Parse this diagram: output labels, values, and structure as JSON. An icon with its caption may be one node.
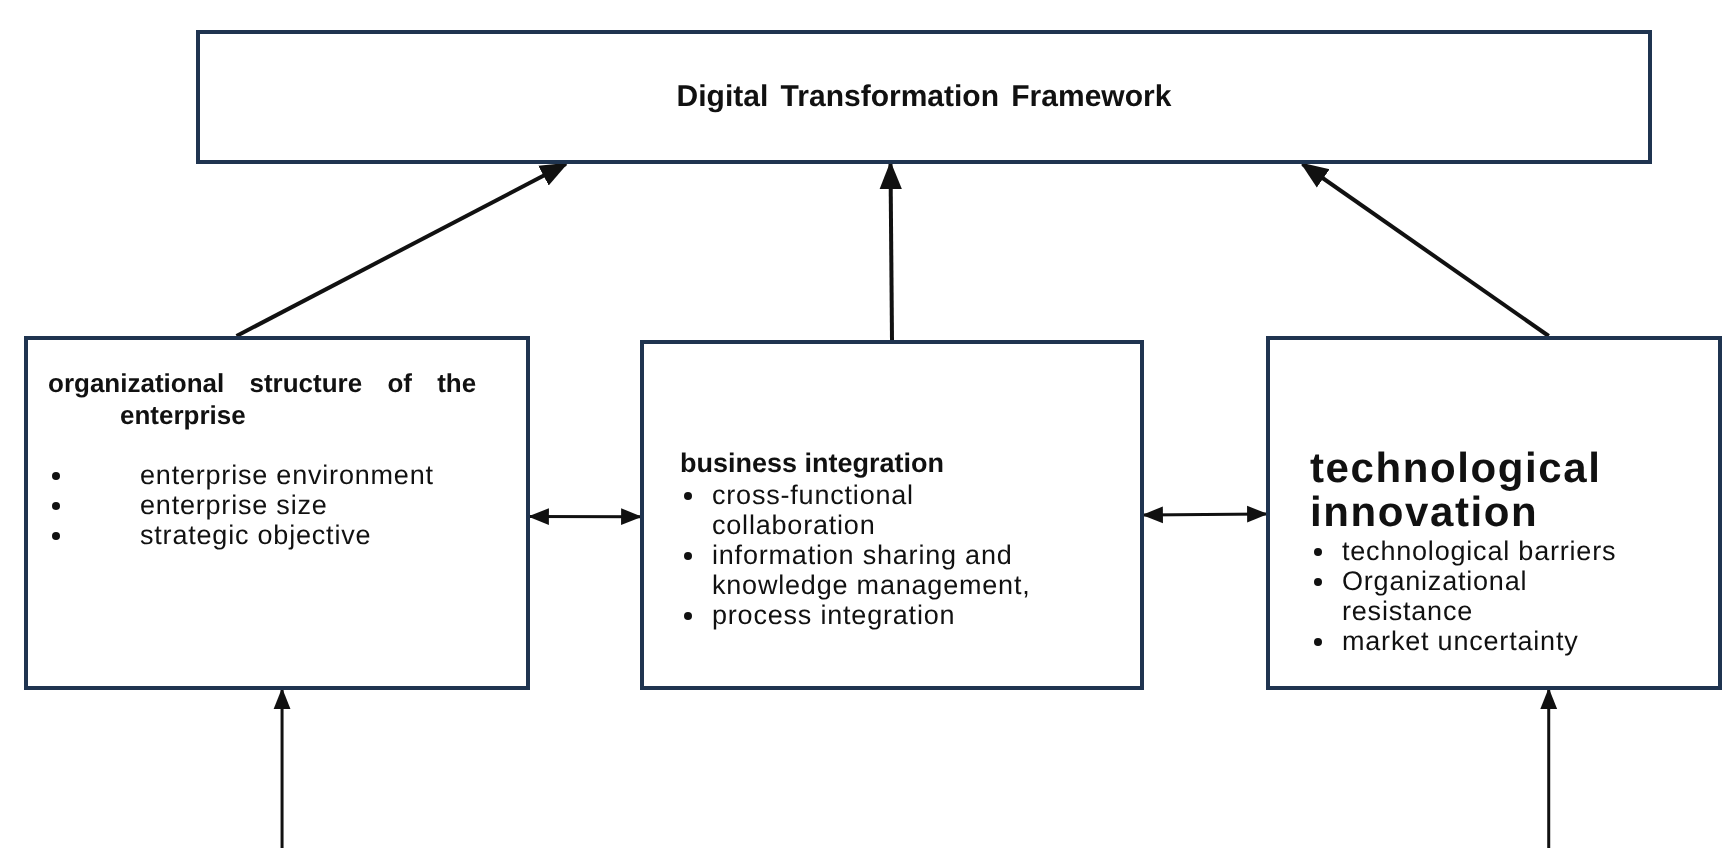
{
  "diagram": {
    "nodes": [
      {
        "text": [
          "Digital Transformation Framework"
        ]
      },
      {
        "text": [
          "organizational structure of the enterprise",
          "enterprise environment",
          "enterprise size",
          "strategic objective"
        ]
      },
      {
        "text": [
          "business integration",
          "cross-functional collaboration",
          "information sharing and knowledge management,",
          "process integration"
        ]
      },
      {
        "text": [
          "technological innovation",
          "technological barriers",
          "Organizational resistance",
          "market uncertainty"
        ]
      }
    ],
    "edges": [
      {
        "from": 1,
        "to": 0,
        "arrow": "to"
      },
      {
        "from": 2,
        "to": 0,
        "arrow": "to"
      },
      {
        "from": 3,
        "to": 0,
        "arrow": "to"
      },
      {
        "from": 1,
        "to": 2,
        "arrow": "both"
      },
      {
        "from": 2,
        "to": 3,
        "arrow": "both"
      },
      {
        "from": null,
        "to": 1,
        "arrow": "to"
      },
      {
        "from": null,
        "to": 3,
        "arrow": "to"
      }
    ]
  }
}
